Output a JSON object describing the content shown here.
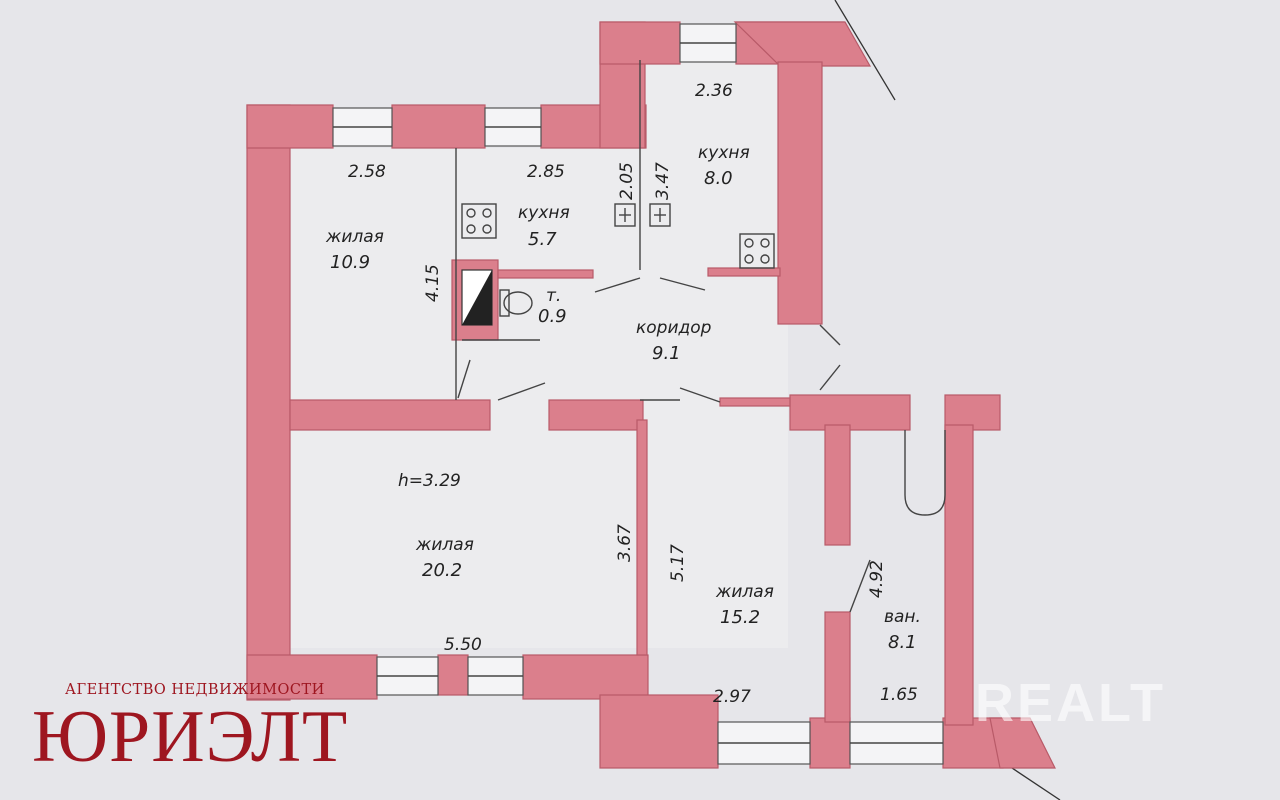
{
  "agency": {
    "subtitle": "АГЕНТСТВО НЕДВИЖИМОСТИ",
    "name": "ЮРИЭЛТ"
  },
  "watermark": "REALT",
  "ceiling": "h=3.29",
  "rooms": {
    "living1": {
      "label": "жилая",
      "area": "10.9"
    },
    "kitchen1": {
      "label": "кухня",
      "area": "5.7"
    },
    "kitchen2": {
      "label": "кухня",
      "area": "8.0"
    },
    "toilet": {
      "label": "т.",
      "area": "0.9"
    },
    "corridor": {
      "label": "коридор",
      "area": "9.1"
    },
    "living2": {
      "label": "жилая",
      "area": "20.2"
    },
    "living3": {
      "label": "жилая",
      "area": "15.2"
    },
    "bath": {
      "label": "ван.",
      "area": "8.1"
    }
  },
  "dimensions": {
    "d_2_58": "2.58",
    "d_2_85": "2.85",
    "d_2_05": "2.05",
    "d_3_47": "3.47",
    "d_2_36": "2.36",
    "d_4_15": "4.15",
    "d_3_67": "3.67",
    "d_5_17": "5.17",
    "d_4_92": "4.92",
    "d_5_50": "5.50",
    "d_2_97": "2.97",
    "d_1_65": "1.65"
  },
  "colors": {
    "wall": "#db7f8c",
    "agency": "#9e1620"
  }
}
